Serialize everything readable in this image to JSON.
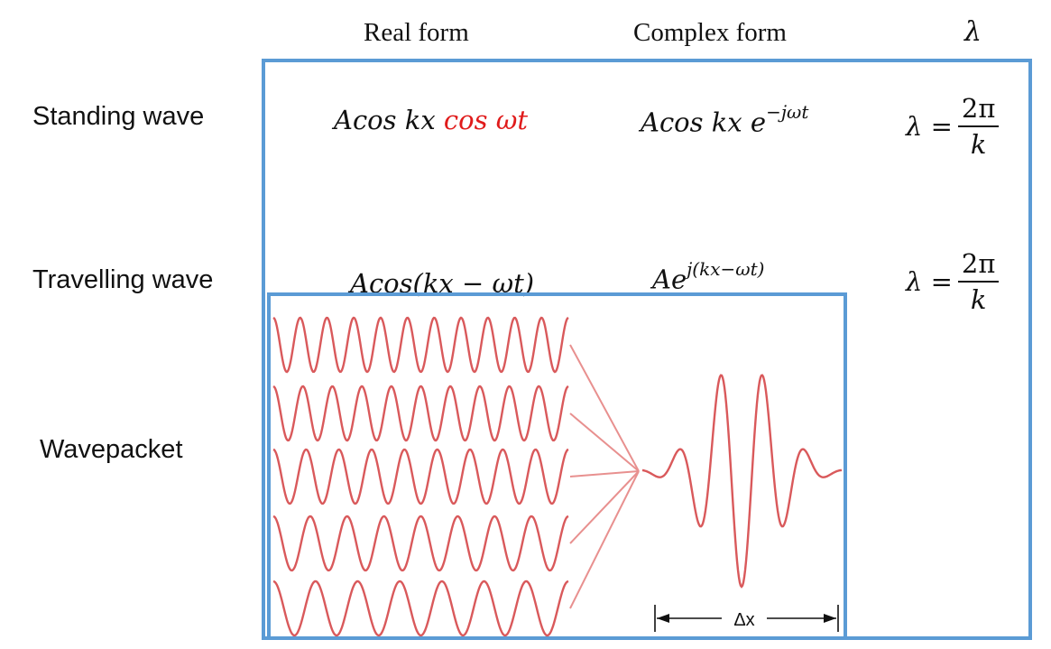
{
  "columns": {
    "real": "Real form",
    "complex": "Complex form",
    "lambda": "λ"
  },
  "rows": {
    "standing": {
      "label": "Standing wave",
      "real_a": "Acos kx ",
      "real_b": "cos ωt",
      "complex_base": "Acos kx e",
      "complex_exp": "−jωt",
      "lambda_lhs": "λ =",
      "lambda_num": "2π",
      "lambda_den": "k"
    },
    "travelling": {
      "label": "Travelling wave",
      "real": "Acos(kx − ωt)",
      "complex_base": "Ae",
      "complex_exp": "j(kx−ωt)",
      "lambda_lhs": "λ =",
      "lambda_num": "2π",
      "lambda_den": "k"
    },
    "wavepacket": {
      "label": "Wavepacket",
      "width_label": "Δx"
    }
  },
  "colors": {
    "frame": "#5b9bd5",
    "wave": "#d9595b",
    "highlight": "#e01b1b"
  }
}
